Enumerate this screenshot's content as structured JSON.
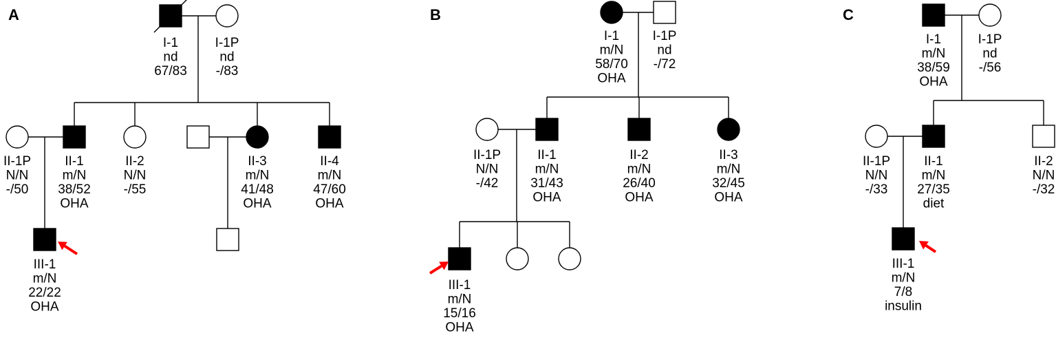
{
  "colors": {
    "affected": "#000000",
    "unaffected": "#ffffff",
    "proband_arrow": "#ff0000"
  },
  "panels": [
    {
      "letter": "A",
      "members": [
        {
          "id": "A-I-1",
          "sex": "male",
          "affected": true,
          "deceased": true,
          "lines": [
            "I-1",
            "nd",
            "67/83"
          ]
        },
        {
          "id": "A-I-1P",
          "sex": "female",
          "affected": false,
          "lines": [
            "I-1P",
            "nd",
            "-/83"
          ]
        },
        {
          "id": "A-II-1P",
          "sex": "female",
          "affected": false,
          "lines": [
            "II-1P",
            "N/N",
            "-/50"
          ]
        },
        {
          "id": "A-II-1",
          "sex": "male",
          "affected": true,
          "lines": [
            "II-1",
            "m/N",
            "38/52",
            "OHA"
          ]
        },
        {
          "id": "A-II-2",
          "sex": "female",
          "affected": false,
          "lines": [
            "II-2",
            "N/N",
            "-/55"
          ]
        },
        {
          "id": "A-II-3P",
          "sex": "male",
          "affected": false,
          "lines": []
        },
        {
          "id": "A-II-3",
          "sex": "female",
          "affected": true,
          "lines": [
            "II-3",
            "m/N",
            "41/48",
            "OHA"
          ]
        },
        {
          "id": "A-II-4",
          "sex": "male",
          "affected": true,
          "lines": [
            "II-4",
            "m/N",
            "47/60",
            "OHA"
          ]
        },
        {
          "id": "A-III-1",
          "sex": "male",
          "affected": true,
          "proband": true,
          "lines": [
            "III-1",
            "m/N",
            "22/22",
            "OHA"
          ]
        },
        {
          "id": "A-III-2",
          "sex": "male",
          "affected": false,
          "lines": []
        }
      ]
    },
    {
      "letter": "B",
      "members": [
        {
          "id": "B-I-1",
          "sex": "female",
          "affected": true,
          "lines": [
            "I-1",
            "m/N",
            "58/70",
            "OHA"
          ]
        },
        {
          "id": "B-I-1P",
          "sex": "male",
          "affected": false,
          "lines": [
            "I-1P",
            "nd",
            "-/72"
          ]
        },
        {
          "id": "B-II-1P",
          "sex": "female",
          "affected": false,
          "lines": [
            "II-1P",
            "N/N",
            "-/42"
          ]
        },
        {
          "id": "B-II-1",
          "sex": "male",
          "affected": true,
          "lines": [
            "II-1",
            "m/N",
            "31/43",
            "OHA"
          ]
        },
        {
          "id": "B-II-2",
          "sex": "male",
          "affected": true,
          "lines": [
            "II-2",
            "m/N",
            "26/40",
            "OHA"
          ]
        },
        {
          "id": "B-II-3",
          "sex": "female",
          "affected": true,
          "lines": [
            "II-3",
            "m/N",
            "32/45",
            "OHA"
          ]
        },
        {
          "id": "B-III-1",
          "sex": "male",
          "affected": true,
          "proband": true,
          "lines": [
            "III-1",
            "m/N",
            "15/16",
            "OHA"
          ]
        },
        {
          "id": "B-III-2",
          "sex": "female",
          "affected": false,
          "lines": []
        },
        {
          "id": "B-III-3",
          "sex": "female",
          "affected": false,
          "lines": []
        }
      ]
    },
    {
      "letter": "C",
      "members": [
        {
          "id": "C-I-1",
          "sex": "male",
          "affected": true,
          "lines": [
            "I-1",
            "m/N",
            "38/59",
            "OHA"
          ]
        },
        {
          "id": "C-I-1P",
          "sex": "female",
          "affected": false,
          "lines": [
            "I-1P",
            "nd",
            "-/56"
          ]
        },
        {
          "id": "C-II-1P",
          "sex": "female",
          "affected": false,
          "lines": [
            "II-1P",
            "N/N",
            "-/33"
          ]
        },
        {
          "id": "C-II-1",
          "sex": "male",
          "affected": true,
          "lines": [
            "II-1",
            "m/N",
            "27/35",
            "diet"
          ]
        },
        {
          "id": "C-II-2",
          "sex": "male",
          "affected": false,
          "lines": [
            "II-2",
            "N/N",
            "-/32"
          ]
        },
        {
          "id": "C-III-1",
          "sex": "male",
          "affected": true,
          "proband": true,
          "lines": [
            "III-1",
            "m/N",
            "7/8",
            "insulin"
          ]
        }
      ]
    }
  ]
}
